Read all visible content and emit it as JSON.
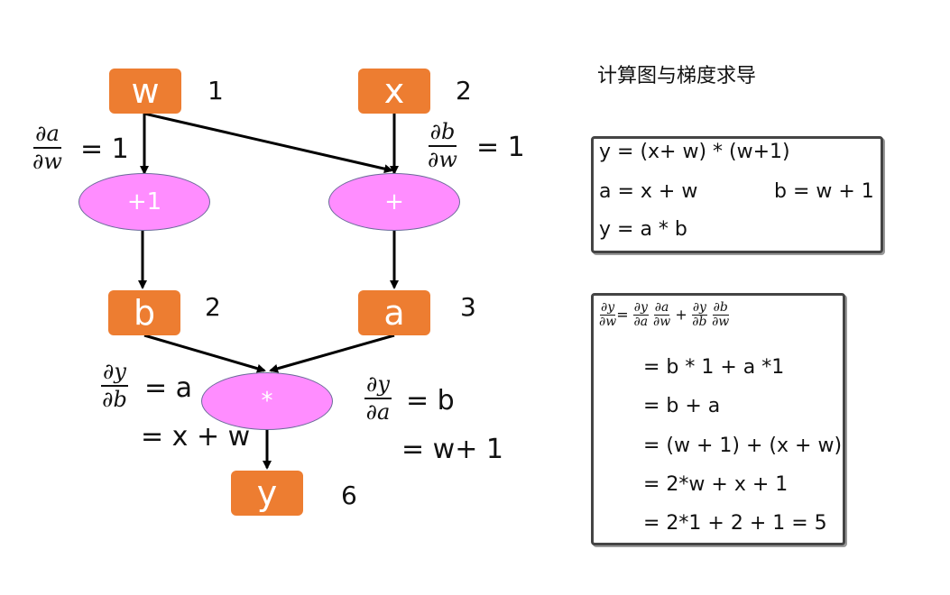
{
  "title": "计算图与梯度求导",
  "nodes": {
    "w": {
      "label": "w",
      "value": "1"
    },
    "x": {
      "label": "x",
      "value": "2"
    },
    "plus1": {
      "label": "+1"
    },
    "plus": {
      "label": "+"
    },
    "b": {
      "label": "b",
      "value": "2"
    },
    "a": {
      "label": "a",
      "value": "3"
    },
    "mul": {
      "label": "*"
    },
    "y": {
      "label": "y",
      "value": "6"
    }
  },
  "partials": {
    "da_dw": {
      "num": "∂a",
      "den": "∂w",
      "rhs": "= 1"
    },
    "db_dw": {
      "num": "∂b",
      "den": "∂w",
      "rhs": "= 1"
    },
    "dy_db": {
      "num": "∂y",
      "den": "∂b",
      "rhs": "= a",
      "rhs2": "= x + w"
    },
    "dy_da": {
      "num": "∂y",
      "den": "∂a",
      "rhs": "= b",
      "rhs2": "= w+ 1"
    }
  },
  "definitions": [
    "y = (x+ w) * (w+1)",
    "a = x + w",
    "b = w + 1",
    "y = a * b"
  ],
  "derivation": {
    "lhs_num": "∂y",
    "lhs_den": "∂w",
    "eq": "=",
    "f1_num": "∂y",
    "f1_den": "∂a",
    "f2_num": "∂a",
    "f2_den": "∂w",
    "plus": "+",
    "f3_num": "∂y",
    "f3_den": "∂b",
    "f4_num": "∂b",
    "f4_den": "∂w",
    "steps": [
      "= b * 1 + a *1",
      "= b + a",
      "= (w + 1) + (x + w)",
      "= 2*w + x + 1",
      "= 2*1 + 2 + 1 = 5"
    ]
  },
  "colors": {
    "box": "#ED7D31",
    "ellipse": "#FF8DFF",
    "arrow": "#000000"
  }
}
